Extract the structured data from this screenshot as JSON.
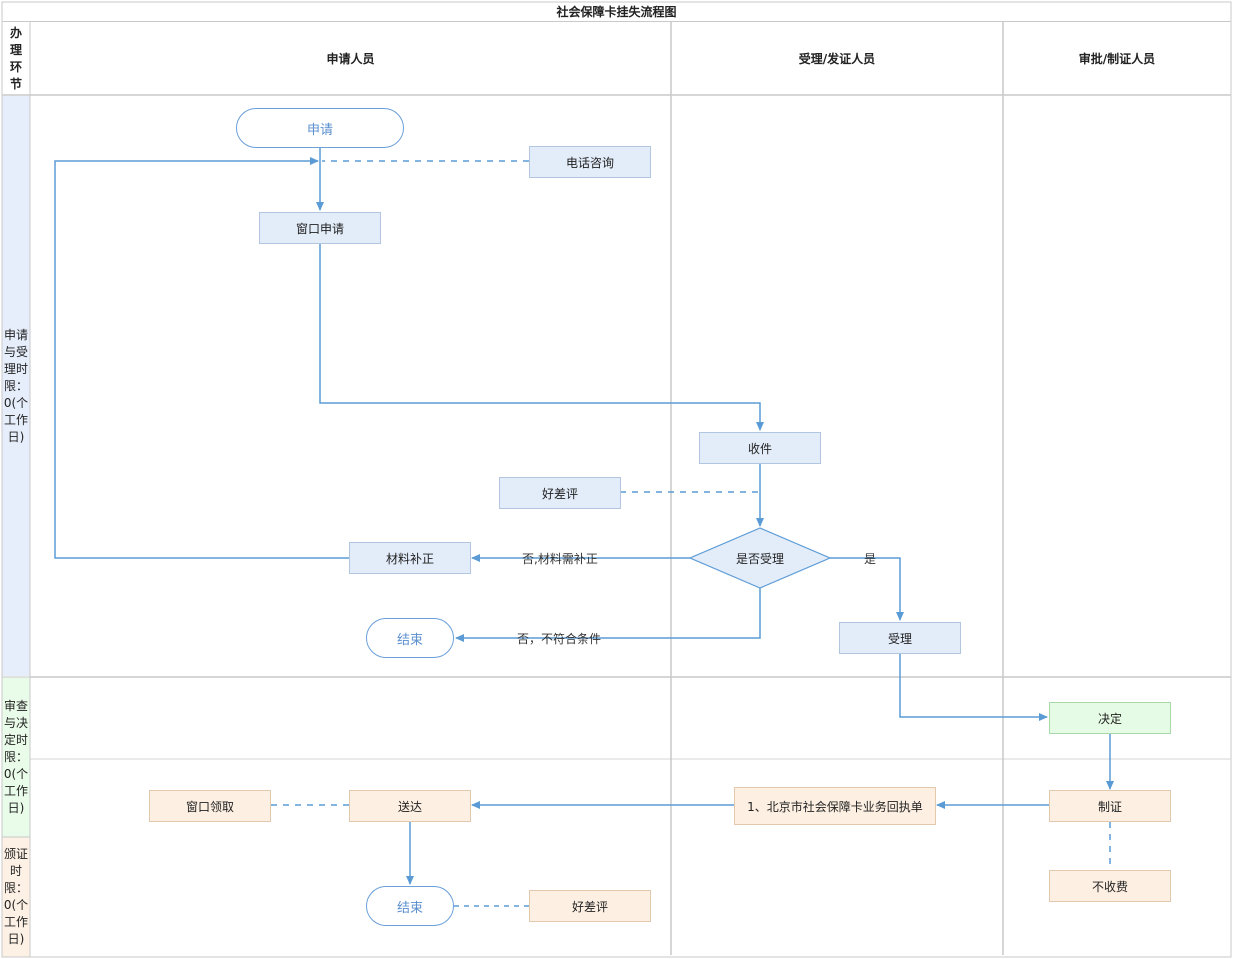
{
  "title": "社会保障卡挂失流程图",
  "header": {
    "stage_column": "办理环节",
    "lanes": [
      "申请人员",
      "受理/发证人员",
      "审批/制证人员"
    ]
  },
  "stages": [
    "申请与受理时限：0(个工作日)",
    "审查与决定时限：0(个工作日)",
    "颁证时限：0(个工作日)"
  ],
  "nodes": {
    "apply": "申请",
    "phone_consult": "电话咨询",
    "window_apply": "窗口申请",
    "receive": "收件",
    "rating_1": "好差评",
    "decision": "是否受理",
    "material_fix": "材料补正",
    "end_1": "结束",
    "accept": "受理",
    "decide": "决定",
    "make_card": "制证",
    "no_fee": "不收费",
    "receipt": "1、北京市社会保障卡业务回执单",
    "deliver": "送达",
    "window_pickup": "窗口领取",
    "end_2": "结束",
    "rating_2": "好差评"
  },
  "edge_labels": {
    "yes": "是",
    "no_fix": "否,材料需补正",
    "no_reject": "否，不符合条件"
  },
  "colors": {
    "line": "#5b9bd5",
    "node_blue": "#e3ecf9",
    "node_green": "#e6fbe6",
    "node_peach": "#fdf0e3",
    "stage_blue": "#e6eefb",
    "stage_green": "#e9fbe9",
    "stage_peach": "#fdf1e6"
  }
}
